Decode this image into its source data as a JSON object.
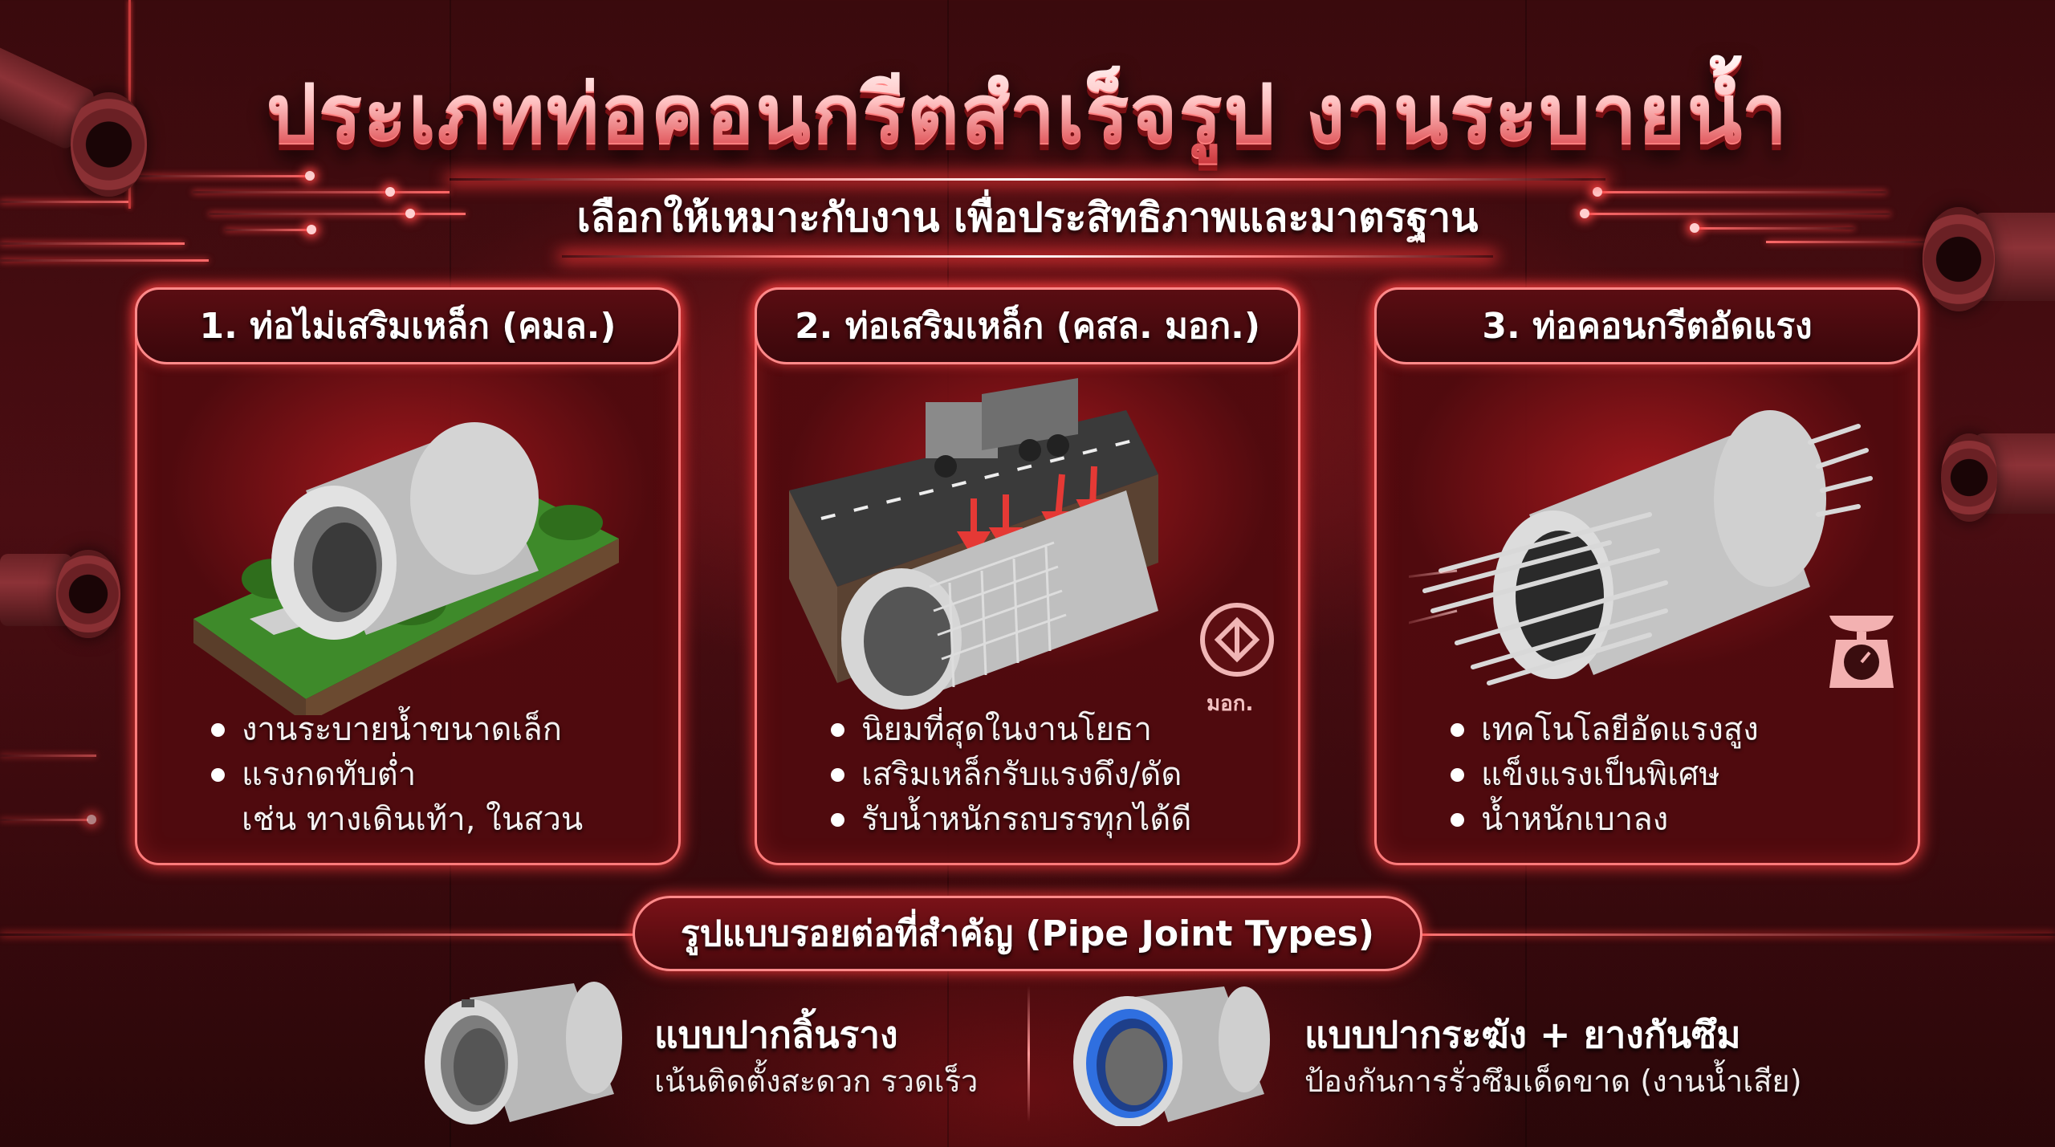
{
  "header": {
    "title": "ประเภทท่อคอนกรีตสำเร็จรูป งานระบายน้ำ",
    "subtitle": "เลือกให้เหมาะกับงาน เพื่อประสิทธิภาพและมาตรฐาน"
  },
  "cards": [
    {
      "title": "1. ท่อไม่เสริมเหล็ก (คมล.)",
      "illustration": "pipe-on-garden-lawn",
      "bullets": [
        "งานระบายน้ำขนาดเล็ก",
        "แรงกดทับต่ำ"
      ],
      "bullet_continuation": "เช่น ทางเดินเท้า, ในสวน"
    },
    {
      "title": "2. ท่อเสริมเหล็ก (คสล. มอก.)",
      "illustration": "reinforced-pipe-under-road-with-truck",
      "badge_label": "มอก.",
      "badge_icon": "tisi-standard-icon",
      "bullets": [
        "นิยมที่สุดในงานโยธา",
        "เสริมเหล็กรับแรงดึง/ดัด",
        "รับน้ำหนักรถบรรทุกได้ดี"
      ]
    },
    {
      "title": "3. ท่อคอนกรีตอัดแรง",
      "illustration": "prestressed-pipe-with-steel-strands",
      "badge_icon": "weight-scale-icon",
      "bullets": [
        "เทคโนโลยีอัดแรงสูง",
        "แข็งแรงเป็นพิเศษ",
        "น้ำหนักเบาลง"
      ]
    }
  ],
  "joints": {
    "section_title": "รูปแบบรอยต่อที่สำคัญ (Pipe Joint Types)",
    "items": [
      {
        "name": "แบบปากลิ้นราง",
        "desc": "เน้นติดตั้งสะดวก รวดเร็ว",
        "icon": "tongue-groove-pipe-icon"
      },
      {
        "name": "แบบปากระฆัง + ยางกันซึม",
        "desc": "ป้องกันการรั่วซึมเด็ดขาด (งานน้ำเสีย)",
        "icon": "bell-spigot-rubber-ring-pipe-icon"
      }
    ]
  },
  "colors": {
    "background": "#4a0d12",
    "accent_glow": "#ff4545",
    "border": "#ff7b7b",
    "text": "#ffffff",
    "rubber_ring": "#2f6fe0"
  }
}
